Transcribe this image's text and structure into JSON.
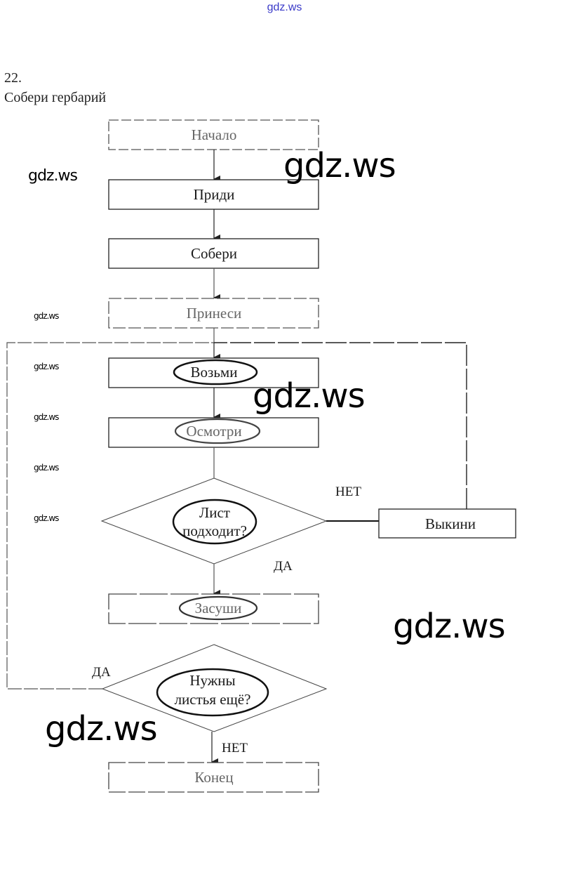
{
  "header": {
    "watermark_top": "gdz.ws",
    "task_number": "22.",
    "task_title": "Собери гербарий"
  },
  "flowchart": {
    "nodes": {
      "start": "Начало",
      "come": "Приди",
      "collect": "Собери",
      "bring": "Принеси",
      "take": "Возьми",
      "inspect": "Осмотри",
      "decision1_line1": "Лист",
      "decision1_line2": "подходит?",
      "discard": "Выкини",
      "dry": "Засуши",
      "decision2_line1": "Нужны",
      "decision2_line2": "листья ещё?",
      "end": "Конец"
    },
    "edge_labels": {
      "d1_no": "НЕТ",
      "d1_yes": "ДА",
      "d2_yes": "ДА",
      "d2_no": "НЕТ"
    }
  },
  "watermarks": {
    "left_mid": "gdz.ws",
    "big_1": "gdz.ws",
    "big_2": "gdz.ws",
    "big_3": "gdz.ws",
    "big_4": "gdz.ws",
    "small_1": "gdz.ws",
    "small_2": "gdz.ws",
    "small_3": "gdz.ws",
    "small_4": "gdz.ws",
    "small_5": "gdz.ws"
  }
}
